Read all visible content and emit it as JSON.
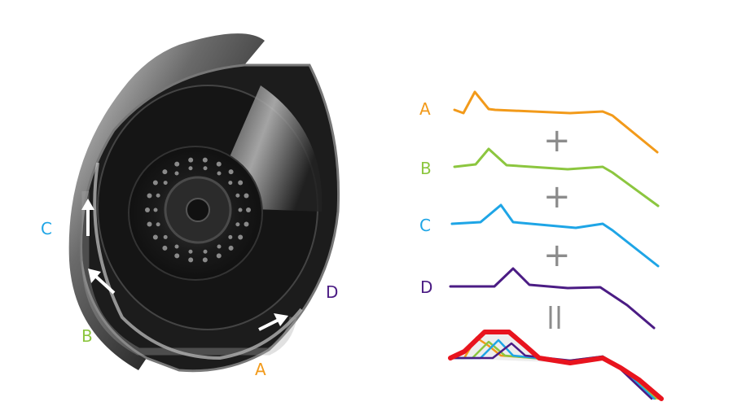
{
  "colors": {
    "A": "#f29a1a",
    "B": "#8cc63f",
    "C": "#1ea5e6",
    "D": "#4b1c84",
    "sum": "#e8141e",
    "operator": "#8c8c8c"
  },
  "paths": [
    {
      "id": "A",
      "label": "A"
    },
    {
      "id": "B",
      "label": "B"
    },
    {
      "id": "C",
      "label": "C"
    },
    {
      "id": "D",
      "label": "D"
    }
  ],
  "operators": {
    "plus": "+",
    "equals": "="
  },
  "icons": {
    "arrow": "white-arrow-icon"
  }
}
